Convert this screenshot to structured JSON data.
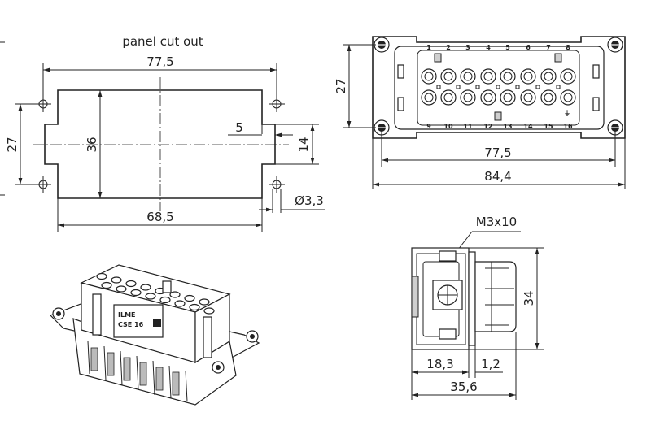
{
  "cutout": {
    "title": "panel cut out",
    "width_outer": "77,5",
    "height_36": "36",
    "height_27": "27",
    "width_inner": "68,5",
    "notch_5": "5",
    "notch_14": "14",
    "hole_dia": "Ø3,3"
  },
  "front_view": {
    "height_27": "27",
    "width_77": "77,5",
    "width_84": "84,4",
    "top_pins": [
      "1",
      "2",
      "3",
      "4",
      "5",
      "6",
      "7",
      "8"
    ],
    "bottom_pins": [
      "9",
      "10",
      "11",
      "12",
      "13",
      "14",
      "15",
      "16"
    ],
    "ground_mark": "⏚"
  },
  "side_view": {
    "screw": "M3x10",
    "height_34": "34",
    "depth_18": "18,3",
    "offset_1": "1,2",
    "depth_35": "35,6"
  },
  "iso_view": {
    "label_1": "ILME",
    "label_2": "CSE 16"
  }
}
